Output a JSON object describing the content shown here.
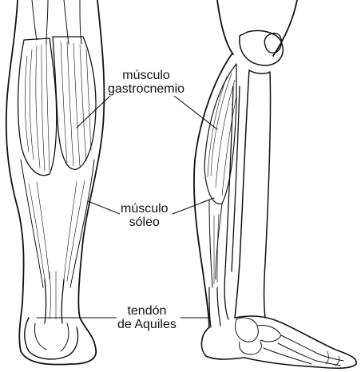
{
  "labels": {
    "gastrocnemius": {
      "line1": "músculo",
      "line2": "gastrocnemio"
    },
    "soleus": {
      "line1": "músculo",
      "line2": "sóleo"
    },
    "achilles": {
      "line1": "tendón",
      "line2": "de Aquiles"
    }
  },
  "colors": {
    "ink": "#111111",
    "background": "#ffffff"
  }
}
